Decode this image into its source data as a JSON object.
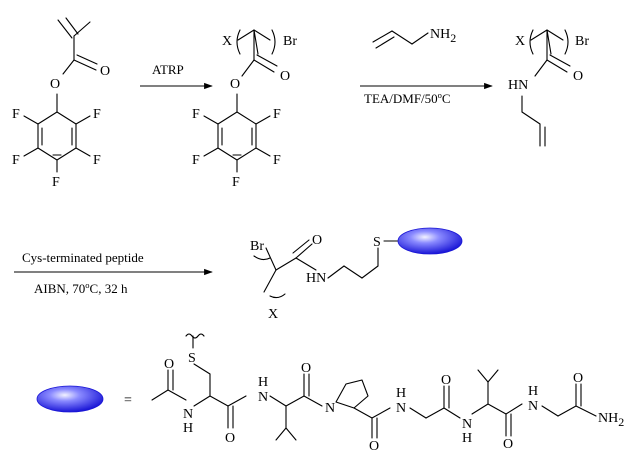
{
  "atoms": {
    "O": "O",
    "F": "F",
    "X": "X",
    "Br": "Br",
    "NH": "NH",
    "NH2": "NH2",
    "HN": "HN",
    "S": "S",
    "N": "N",
    "H": "H",
    "sub2": "2"
  },
  "reactions": {
    "step1": {
      "label": "ATRP"
    },
    "step2": {
      "condition_main": "TEA/DMF/50",
      "condition_sup": "o",
      "condition_end": "C"
    },
    "step3": {
      "reagent": "Cys-terminated peptide",
      "condition_main": "AIBN, 70",
      "condition_sup": "o",
      "condition_end": "C, 32 h"
    }
  },
  "legend": {
    "equals": "="
  }
}
